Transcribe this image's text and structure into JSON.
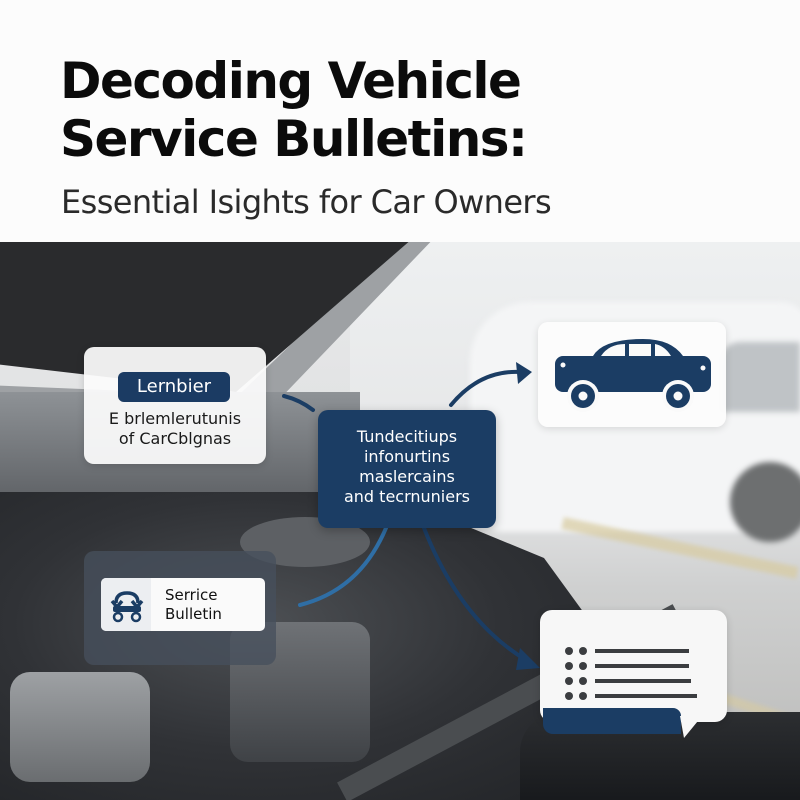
{
  "header": {
    "title_line1": "Decoding Vehicle",
    "title_line2": "Service Bulletins:",
    "subtitle": "Essential Isights for Car Owners"
  },
  "cards": {
    "learn": {
      "badge": "Lernbier",
      "line1": "E brlemlerutunis",
      "line2": "of CarCblgnas"
    },
    "center": {
      "lines": [
        "Tundecitiups",
        "infonurtins",
        "maslercains",
        "and tecrnuniers"
      ]
    },
    "car": {
      "icon": "car-icon"
    },
    "bulletin": {
      "icon": "vehicle-service-icon",
      "line1": "Serrice",
      "line2": "Bulletin"
    },
    "list": {
      "icon": "list-chat-icon",
      "rows": 4
    }
  },
  "colors": {
    "navy": "#1b3d64",
    "title": "#0b0b0b",
    "card_bg": "#fcfcfc"
  }
}
